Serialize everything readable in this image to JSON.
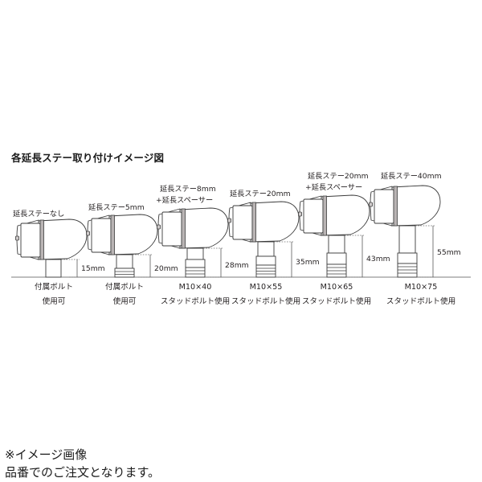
{
  "diagram": {
    "title": "各延長ステー取り付けイメージ図",
    "units_suffix": "mm",
    "ground_label": "baseline",
    "items": [
      {
        "id": "no-stay",
        "top_label_line1": "延長ステーなし",
        "top_label_line2": "",
        "dimension": "15mm",
        "bottom_label_line1": "付属ボルト",
        "bottom_label_line2": "使用可"
      },
      {
        "id": "stay-5mm",
        "top_label_line1": "延長ステー5mm",
        "top_label_line2": "",
        "dimension": "20mm",
        "bottom_label_line1": "付属ボルト",
        "bottom_label_line2": "使用可"
      },
      {
        "id": "stay-8mm-spacer",
        "top_label_line1": "延長ステー8mm",
        "top_label_line2": "+延長スペーサー",
        "dimension": "28mm",
        "bottom_label_line1": "M10×40",
        "bottom_label_line2": "スタッドボルト使用"
      },
      {
        "id": "stay-20mm",
        "top_label_line1": "延長ステー20mm",
        "top_label_line2": "",
        "dimension": "35mm",
        "bottom_label_line1": "M10×55",
        "bottom_label_line2": "スタッドボルト使用"
      },
      {
        "id": "stay-20mm-spacer",
        "top_label_line1": "延長ステー20mm",
        "top_label_line2": "+延長スペーサー",
        "dimension": "43mm",
        "bottom_label_line1": "M10×65",
        "bottom_label_line2": "スタッドボルト使用"
      },
      {
        "id": "stay-40mm",
        "top_label_line1": "延長ステー40mm",
        "top_label_line2": "",
        "dimension": "55mm",
        "bottom_label_line1": "M10×75",
        "bottom_label_line2": "スタッドボルト使用"
      }
    ]
  },
  "footnote": {
    "line1": "※イメージ画像",
    "line2": "品番でのご注文となります。"
  },
  "colors": {
    "background": "#ffffff",
    "ink": "#231f20",
    "outline": "#3b3b3b",
    "band": "#b9b4b4",
    "bezel": "#cfcbcb",
    "dimension": "#5a5a5a",
    "ground": "#7c7c7c"
  }
}
